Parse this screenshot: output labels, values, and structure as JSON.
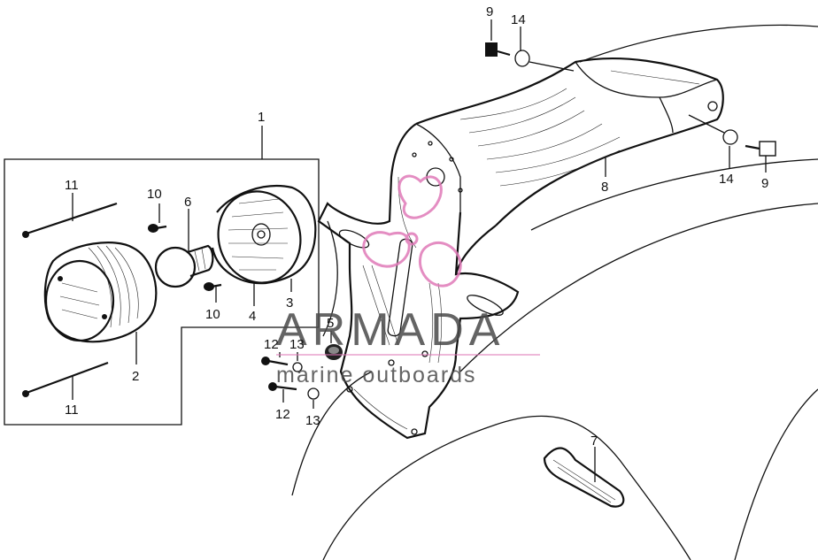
{
  "callouts": {
    "c1": "1",
    "c2": "2",
    "c3": "3",
    "c4": "4",
    "c5": "5",
    "c6": "6",
    "c7": "7",
    "c8": "8",
    "c9_top": "9",
    "c9_right": "9",
    "c10_top": "10",
    "c10_bottom": "10",
    "c11_top": "11",
    "c11_bottom": "11",
    "c12_upper": "12",
    "c12_lower": "12",
    "c13_upper": "13",
    "c13_lower": "13",
    "c14_top": "14",
    "c14_right": "14"
  },
  "watermark": {
    "brand": "ARMADA",
    "tagline": "marine outboards",
    "logo_color": "#e07ab8"
  }
}
